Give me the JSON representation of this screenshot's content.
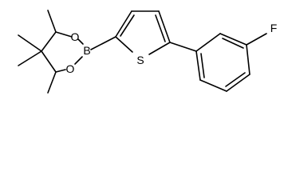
{
  "molecule": {
    "atom_labels": {
      "boron": "B",
      "oxygen_top": "O",
      "oxygen_bottom": "O",
      "sulfur": "S",
      "fluorine": "F"
    }
  },
  "colors": {
    "bond": "#000000",
    "background": "#ffffff"
  }
}
